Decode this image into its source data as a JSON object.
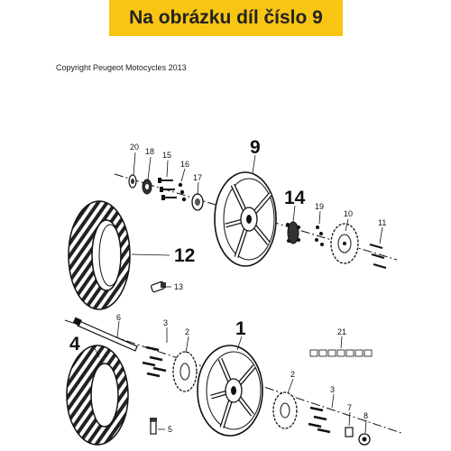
{
  "banner": {
    "title": "Na obrázku díl číslo 9"
  },
  "copyright": "Copyright Peugeot Motocycles 2013",
  "callouts": {
    "c1": "1",
    "c2a": "2",
    "c2b": "2",
    "c3a": "3",
    "c3b": "3",
    "c4": "4",
    "c5": "5",
    "c6": "6",
    "c7": "7",
    "c8": "8",
    "c9": "9",
    "c10": "10",
    "c11": "11",
    "c12": "12",
    "c13": "13",
    "c14": "14",
    "c15": "15",
    "c16": "16",
    "c17": "17",
    "c18": "18",
    "c19": "19",
    "c20": "20",
    "c21": "21"
  }
}
